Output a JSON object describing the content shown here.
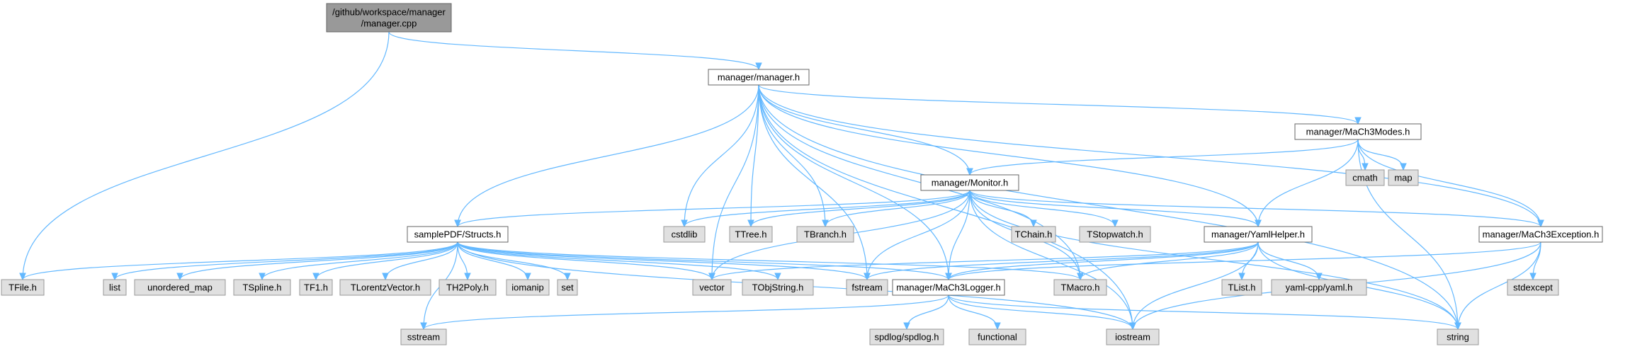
{
  "colors": {
    "edge": "#63b8ff",
    "root_fill": "#999999",
    "root_stroke": "#666666",
    "internal_fill": "#ffffff",
    "internal_stroke": "#666666",
    "external_fill": "#e0e0e0",
    "external_stroke": "#999999"
  },
  "nodes": [
    {
      "id": "root",
      "kind": "root",
      "lines": [
        "/github/workspace/manager",
        "/manager.cpp"
      ]
    },
    {
      "id": "manager_h",
      "kind": "internal",
      "lines": [
        "manager/manager.h"
      ]
    },
    {
      "id": "modes_h",
      "kind": "internal",
      "lines": [
        "manager/MaCh3Modes.h"
      ]
    },
    {
      "id": "monitor_h",
      "kind": "internal",
      "lines": [
        "manager/Monitor.h"
      ]
    },
    {
      "id": "structs_h",
      "kind": "internal",
      "lines": [
        "samplePDF/Structs.h"
      ]
    },
    {
      "id": "yaml_helper_h",
      "kind": "internal",
      "lines": [
        "manager/YamlHelper.h"
      ]
    },
    {
      "id": "exception_h",
      "kind": "internal",
      "lines": [
        "manager/MaCh3Exception.h"
      ]
    },
    {
      "id": "logger_h",
      "kind": "internal",
      "lines": [
        "manager/MaCh3Logger.h"
      ]
    },
    {
      "id": "tfile",
      "kind": "external",
      "lines": [
        "TFile.h"
      ]
    },
    {
      "id": "list",
      "kind": "external",
      "lines": [
        "list"
      ]
    },
    {
      "id": "unordered_map",
      "kind": "external",
      "lines": [
        "unordered_map"
      ]
    },
    {
      "id": "tspline",
      "kind": "external",
      "lines": [
        "TSpline.h"
      ]
    },
    {
      "id": "tf1",
      "kind": "external",
      "lines": [
        "TF1.h"
      ]
    },
    {
      "id": "tlorentz",
      "kind": "external",
      "lines": [
        "TLorentzVector.h"
      ]
    },
    {
      "id": "th2poly",
      "kind": "external",
      "lines": [
        "TH2Poly.h"
      ]
    },
    {
      "id": "iomanip",
      "kind": "external",
      "lines": [
        "iomanip"
      ]
    },
    {
      "id": "set",
      "kind": "external",
      "lines": [
        "set"
      ]
    },
    {
      "id": "vector",
      "kind": "external",
      "lines": [
        "vector"
      ]
    },
    {
      "id": "tobjstring",
      "kind": "external",
      "lines": [
        "TObjString.h"
      ]
    },
    {
      "id": "fstream",
      "kind": "external",
      "lines": [
        "fstream"
      ]
    },
    {
      "id": "tmacro",
      "kind": "external",
      "lines": [
        "TMacro.h"
      ]
    },
    {
      "id": "cstdlib",
      "kind": "external",
      "lines": [
        "cstdlib"
      ]
    },
    {
      "id": "ttree",
      "kind": "external",
      "lines": [
        "TTree.h"
      ]
    },
    {
      "id": "tbranch",
      "kind": "external",
      "lines": [
        "TBranch.h"
      ]
    },
    {
      "id": "tchain",
      "kind": "external",
      "lines": [
        "TChain.h"
      ]
    },
    {
      "id": "tstopwatch",
      "kind": "external",
      "lines": [
        "TStopwatch.h"
      ]
    },
    {
      "id": "tlist",
      "kind": "external",
      "lines": [
        "TList.h"
      ]
    },
    {
      "id": "yamlcpp",
      "kind": "external",
      "lines": [
        "yaml-cpp/yaml.h"
      ]
    },
    {
      "id": "cmath",
      "kind": "external",
      "lines": [
        "cmath"
      ]
    },
    {
      "id": "map",
      "kind": "external",
      "lines": [
        "map"
      ]
    },
    {
      "id": "stdexcept",
      "kind": "external",
      "lines": [
        "stdexcept"
      ]
    },
    {
      "id": "sstream",
      "kind": "external",
      "lines": [
        "sstream"
      ]
    },
    {
      "id": "spdlog",
      "kind": "external",
      "lines": [
        "spdlog/spdlog.h"
      ]
    },
    {
      "id": "functional",
      "kind": "external",
      "lines": [
        "functional"
      ]
    },
    {
      "id": "iostream",
      "kind": "external",
      "lines": [
        "iostream"
      ]
    },
    {
      "id": "string",
      "kind": "external",
      "lines": [
        "string"
      ]
    }
  ],
  "edges": [
    [
      "root",
      "manager_h"
    ],
    [
      "root",
      "tfile"
    ],
    [
      "manager_h",
      "modes_h"
    ],
    [
      "manager_h",
      "monitor_h"
    ],
    [
      "manager_h",
      "structs_h"
    ],
    [
      "manager_h",
      "yaml_helper_h"
    ],
    [
      "manager_h",
      "exception_h"
    ],
    [
      "manager_h",
      "logger_h"
    ],
    [
      "manager_h",
      "vector"
    ],
    [
      "manager_h",
      "fstream"
    ],
    [
      "manager_h",
      "tmacro"
    ],
    [
      "manager_h",
      "cstdlib"
    ],
    [
      "manager_h",
      "ttree"
    ],
    [
      "manager_h",
      "tbranch"
    ],
    [
      "manager_h",
      "iostream"
    ],
    [
      "manager_h",
      "string"
    ],
    [
      "modes_h",
      "monitor_h"
    ],
    [
      "modes_h",
      "yaml_helper_h"
    ],
    [
      "modes_h",
      "exception_h"
    ],
    [
      "modes_h",
      "cmath"
    ],
    [
      "modes_h",
      "map"
    ],
    [
      "modes_h",
      "string"
    ],
    [
      "monitor_h",
      "structs_h"
    ],
    [
      "monitor_h",
      "yaml_helper_h"
    ],
    [
      "monitor_h",
      "exception_h"
    ],
    [
      "monitor_h",
      "logger_h"
    ],
    [
      "monitor_h",
      "cstdlib"
    ],
    [
      "monitor_h",
      "ttree"
    ],
    [
      "monitor_h",
      "tbranch"
    ],
    [
      "monitor_h",
      "tchain"
    ],
    [
      "monitor_h",
      "tstopwatch"
    ],
    [
      "monitor_h",
      "vector"
    ],
    [
      "monitor_h",
      "fstream"
    ],
    [
      "monitor_h",
      "tmacro"
    ],
    [
      "monitor_h",
      "iostream"
    ],
    [
      "monitor_h",
      "string"
    ],
    [
      "structs_h",
      "tfile"
    ],
    [
      "structs_h",
      "list"
    ],
    [
      "structs_h",
      "unordered_map"
    ],
    [
      "structs_h",
      "tspline"
    ],
    [
      "structs_h",
      "tf1"
    ],
    [
      "structs_h",
      "tlorentz"
    ],
    [
      "structs_h",
      "th2poly"
    ],
    [
      "structs_h",
      "iomanip"
    ],
    [
      "structs_h",
      "set"
    ],
    [
      "structs_h",
      "vector"
    ],
    [
      "structs_h",
      "tobjstring"
    ],
    [
      "structs_h",
      "fstream"
    ],
    [
      "structs_h",
      "tmacro"
    ],
    [
      "structs_h",
      "sstream"
    ],
    [
      "structs_h",
      "iostream"
    ],
    [
      "structs_h",
      "logger_h"
    ],
    [
      "yaml_helper_h",
      "logger_h"
    ],
    [
      "yaml_helper_h",
      "vector"
    ],
    [
      "yaml_helper_h",
      "fstream"
    ],
    [
      "yaml_helper_h",
      "tmacro"
    ],
    [
      "yaml_helper_h",
      "tlist"
    ],
    [
      "yaml_helper_h",
      "yamlcpp"
    ],
    [
      "yaml_helper_h",
      "iostream"
    ],
    [
      "yaml_helper_h",
      "string"
    ],
    [
      "exception_h",
      "logger_h"
    ],
    [
      "exception_h",
      "stdexcept"
    ],
    [
      "exception_h",
      "iostream"
    ],
    [
      "exception_h",
      "string"
    ],
    [
      "logger_h",
      "sstream"
    ],
    [
      "logger_h",
      "spdlog"
    ],
    [
      "logger_h",
      "functional"
    ],
    [
      "logger_h",
      "iostream"
    ],
    [
      "logger_h",
      "string"
    ]
  ]
}
